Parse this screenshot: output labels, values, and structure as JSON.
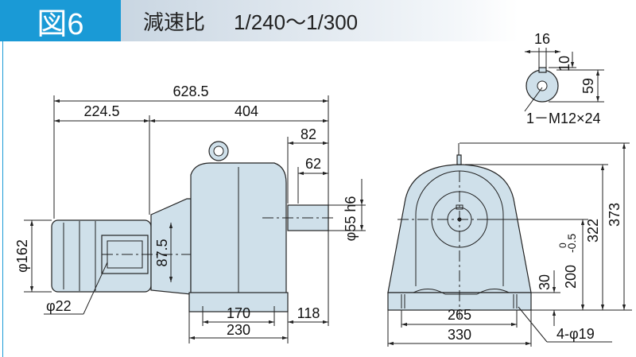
{
  "header": {
    "figure_label": "図6",
    "title_label": "減速比",
    "ratio": "1/240～1/300"
  },
  "colors": {
    "header_blue": "#1a9ad6",
    "body_fill": "#cfe0ea"
  },
  "side_view": {
    "overall_length": "628.5",
    "motor_length": "224.5",
    "reducer_length": "404",
    "shaft_length": "82",
    "key_length": "62",
    "shaft_dia": "φ55 h6",
    "motor_dia": "φ162",
    "flange_height": "87.5",
    "cable_dia": "φ22",
    "foot_inner": "170",
    "foot_outer": "230",
    "shaft_to_foot": "118"
  },
  "front_view": {
    "bolt_pitch": "265",
    "base_width": "330",
    "bolt_holes": "4-φ19",
    "base_thickness": "30",
    "center_height": "200",
    "center_tol_upper": "0",
    "center_tol_lower": "-0.5",
    "body_height": "322",
    "overall_height": "373"
  },
  "shaft_end": {
    "key_width": "16",
    "key_depth": "10",
    "shaft_height": "59",
    "tapped_hole": "1－M12×24"
  }
}
